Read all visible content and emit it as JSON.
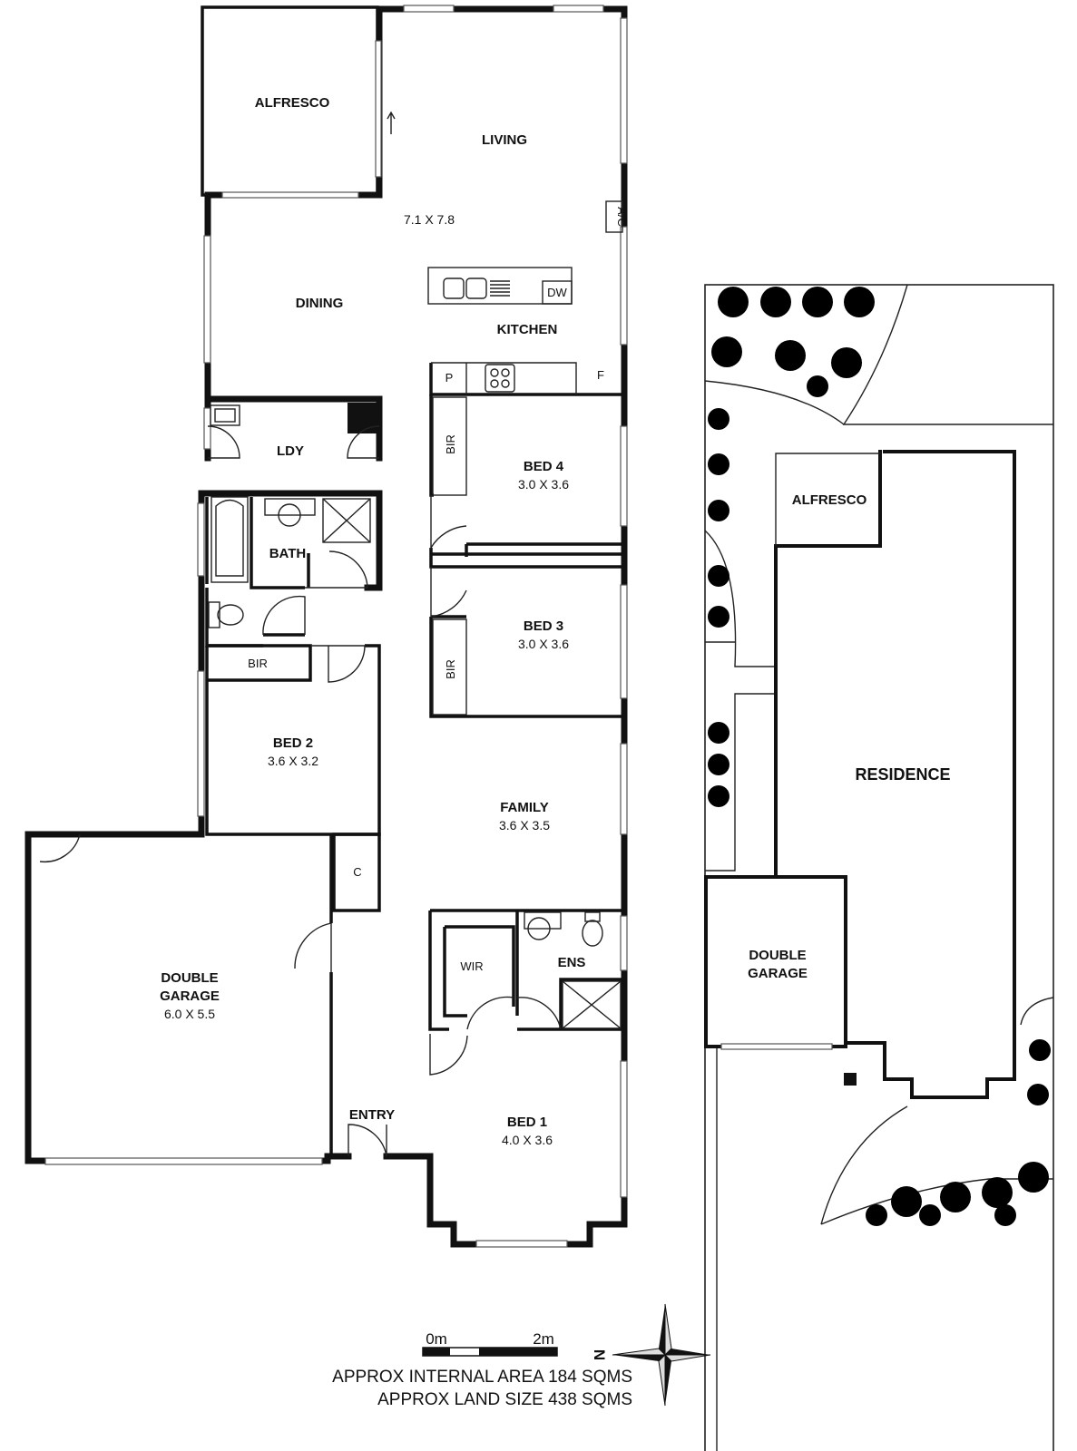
{
  "rooms": {
    "alfresco": "ALFRESCO",
    "living": "LIVING",
    "living_dim": "7.1 X 7.8",
    "dining": "DINING",
    "kitchen": "KITCHEN",
    "ac": "A/C",
    "dw": "DW",
    "pantry": "P",
    "fridge": "F",
    "ldy": "LDY",
    "bath": "BATH",
    "bir": "BIR",
    "bed4": "BED 4",
    "bed4_dim": "3.0 X 3.6",
    "bed3": "BED 3",
    "bed3_dim": "3.0 X 3.6",
    "bed2": "BED 2",
    "bed2_dim": "3.6 X 3.2",
    "family": "FAMILY",
    "family_dim": "3.6 X 3.5",
    "cupboard": "C",
    "garage_line1": "DOUBLE",
    "garage_line2": "GARAGE",
    "garage_dim": "6.0 X 5.5",
    "wir": "WIR",
    "ens": "ENS",
    "entry": "ENTRY",
    "bed1": "BED 1",
    "bed1_dim": "4.0 X 3.6"
  },
  "site": {
    "alfresco": "ALFRESCO",
    "residence": "RESIDENCE",
    "garage_line1": "DOUBLE",
    "garage_line2": "GARAGE"
  },
  "legend": {
    "scale_start": "0m",
    "scale_end": "2m",
    "compass": "N",
    "internal_area": "APPROX INTERNAL AREA 184 SQMS",
    "land_size": "APPROX LAND SIZE 438 SQMS"
  }
}
